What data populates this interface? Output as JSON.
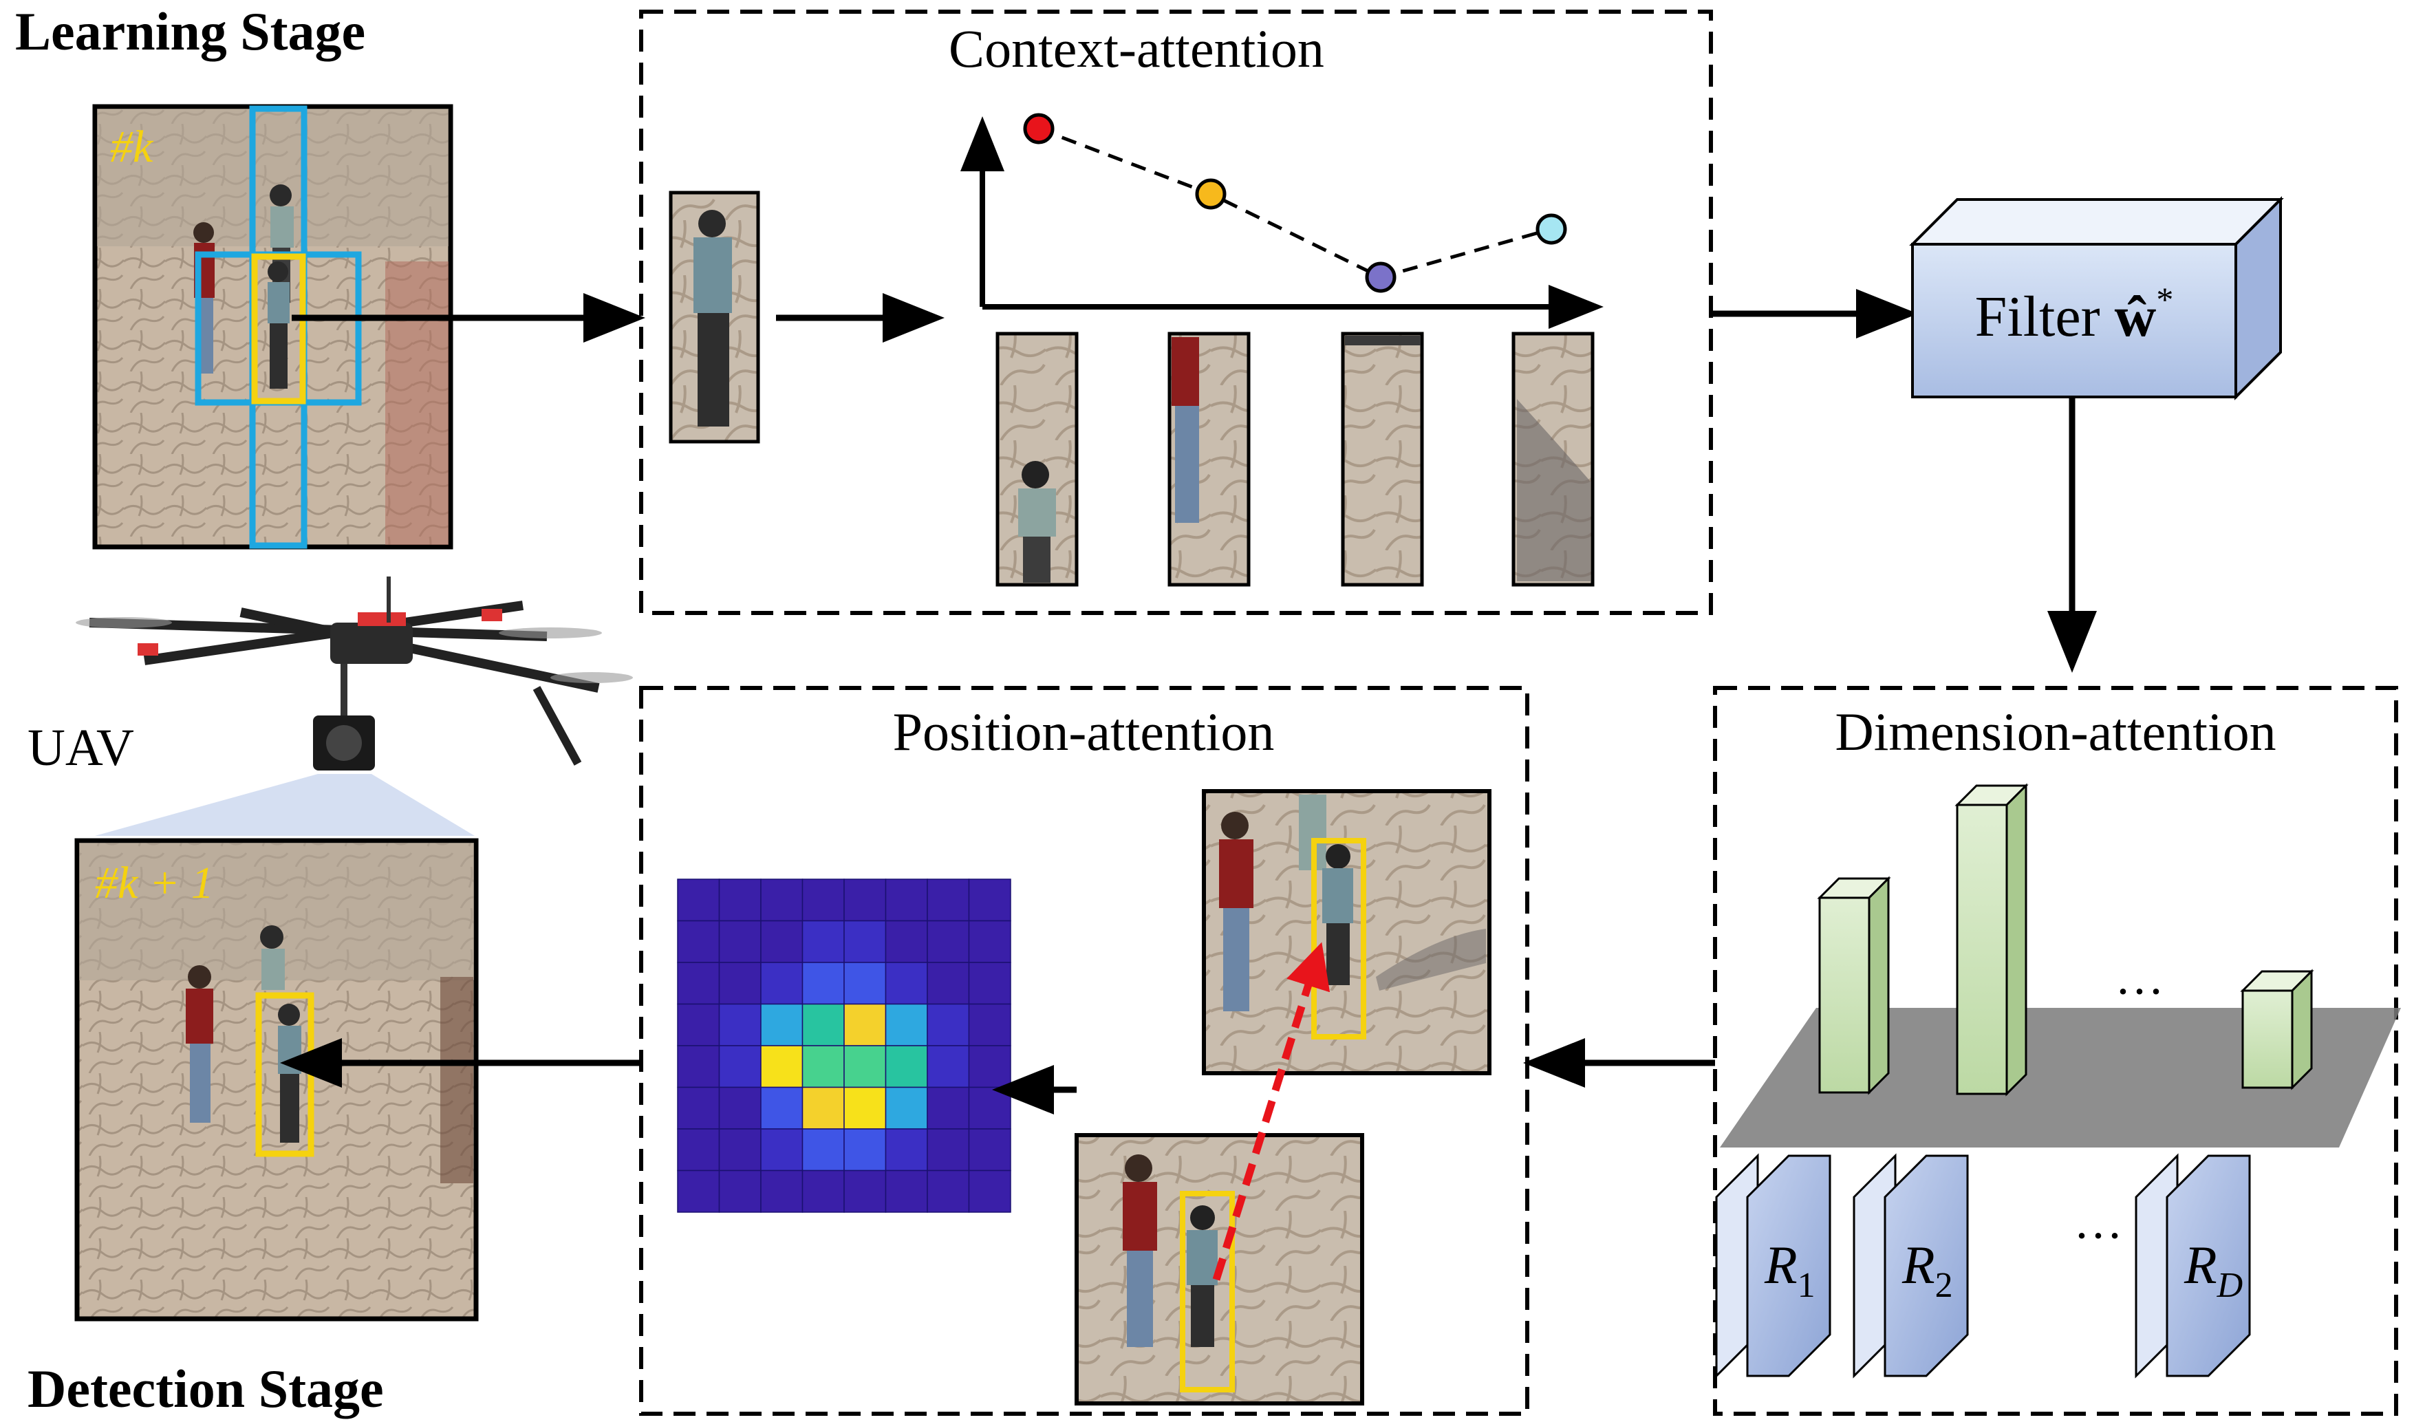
{
  "stages": {
    "learning": "Learning Stage",
    "detection": "Detection Stage",
    "uav": "UAV"
  },
  "frames": {
    "learning_frame": "#k",
    "detection_frame": "#k + 1"
  },
  "context_attention": {
    "title": "Context-attention",
    "point_colors": [
      "#e8141b",
      "#f7b91c",
      "#7b72c9",
      "#a6e6f2"
    ]
  },
  "filter": {
    "label_prefix": "Filter ",
    "symbol": "ŵ",
    "superscript": "*"
  },
  "dimension_attention": {
    "title": "Dimension-attention",
    "ellipsis": "···",
    "responses": [
      {
        "base": "R",
        "sub": "1"
      },
      {
        "base": "R",
        "sub": "2"
      },
      {
        "base": "R",
        "sub": "D"
      }
    ]
  },
  "position_attention": {
    "title": "Position-attention",
    "heatmap": [
      [
        0,
        0,
        0,
        0,
        0,
        0,
        0,
        0
      ],
      [
        0,
        0,
        0,
        1,
        1,
        0,
        0,
        0
      ],
      [
        0,
        0,
        1,
        2,
        2,
        1,
        0,
        0
      ],
      [
        0,
        1,
        3,
        4,
        5,
        3,
        1,
        0
      ],
      [
        0,
        1,
        6,
        7,
        7,
        4,
        1,
        0
      ],
      [
        0,
        0,
        2,
        5,
        6,
        3,
        0,
        0
      ],
      [
        0,
        0,
        1,
        2,
        2,
        1,
        0,
        0
      ],
      [
        0,
        0,
        0,
        0,
        0,
        0,
        0,
        0
      ]
    ],
    "palette": [
      "#3a1fa8",
      "#3b2fc4",
      "#3f55e6",
      "#2ea8e0",
      "#28c4a0",
      "#f4d12c",
      "#f7e11a",
      "#47d28e"
    ]
  },
  "colors": {
    "search_box": "#1ea7e0",
    "target_box": "#f5d20f",
    "arrow": "#000000",
    "red_arrow": "#e8141b",
    "filter_face": "#c9d8f2",
    "green_bar": "#cfe5bb",
    "response_map": "#b9c9ea"
  }
}
